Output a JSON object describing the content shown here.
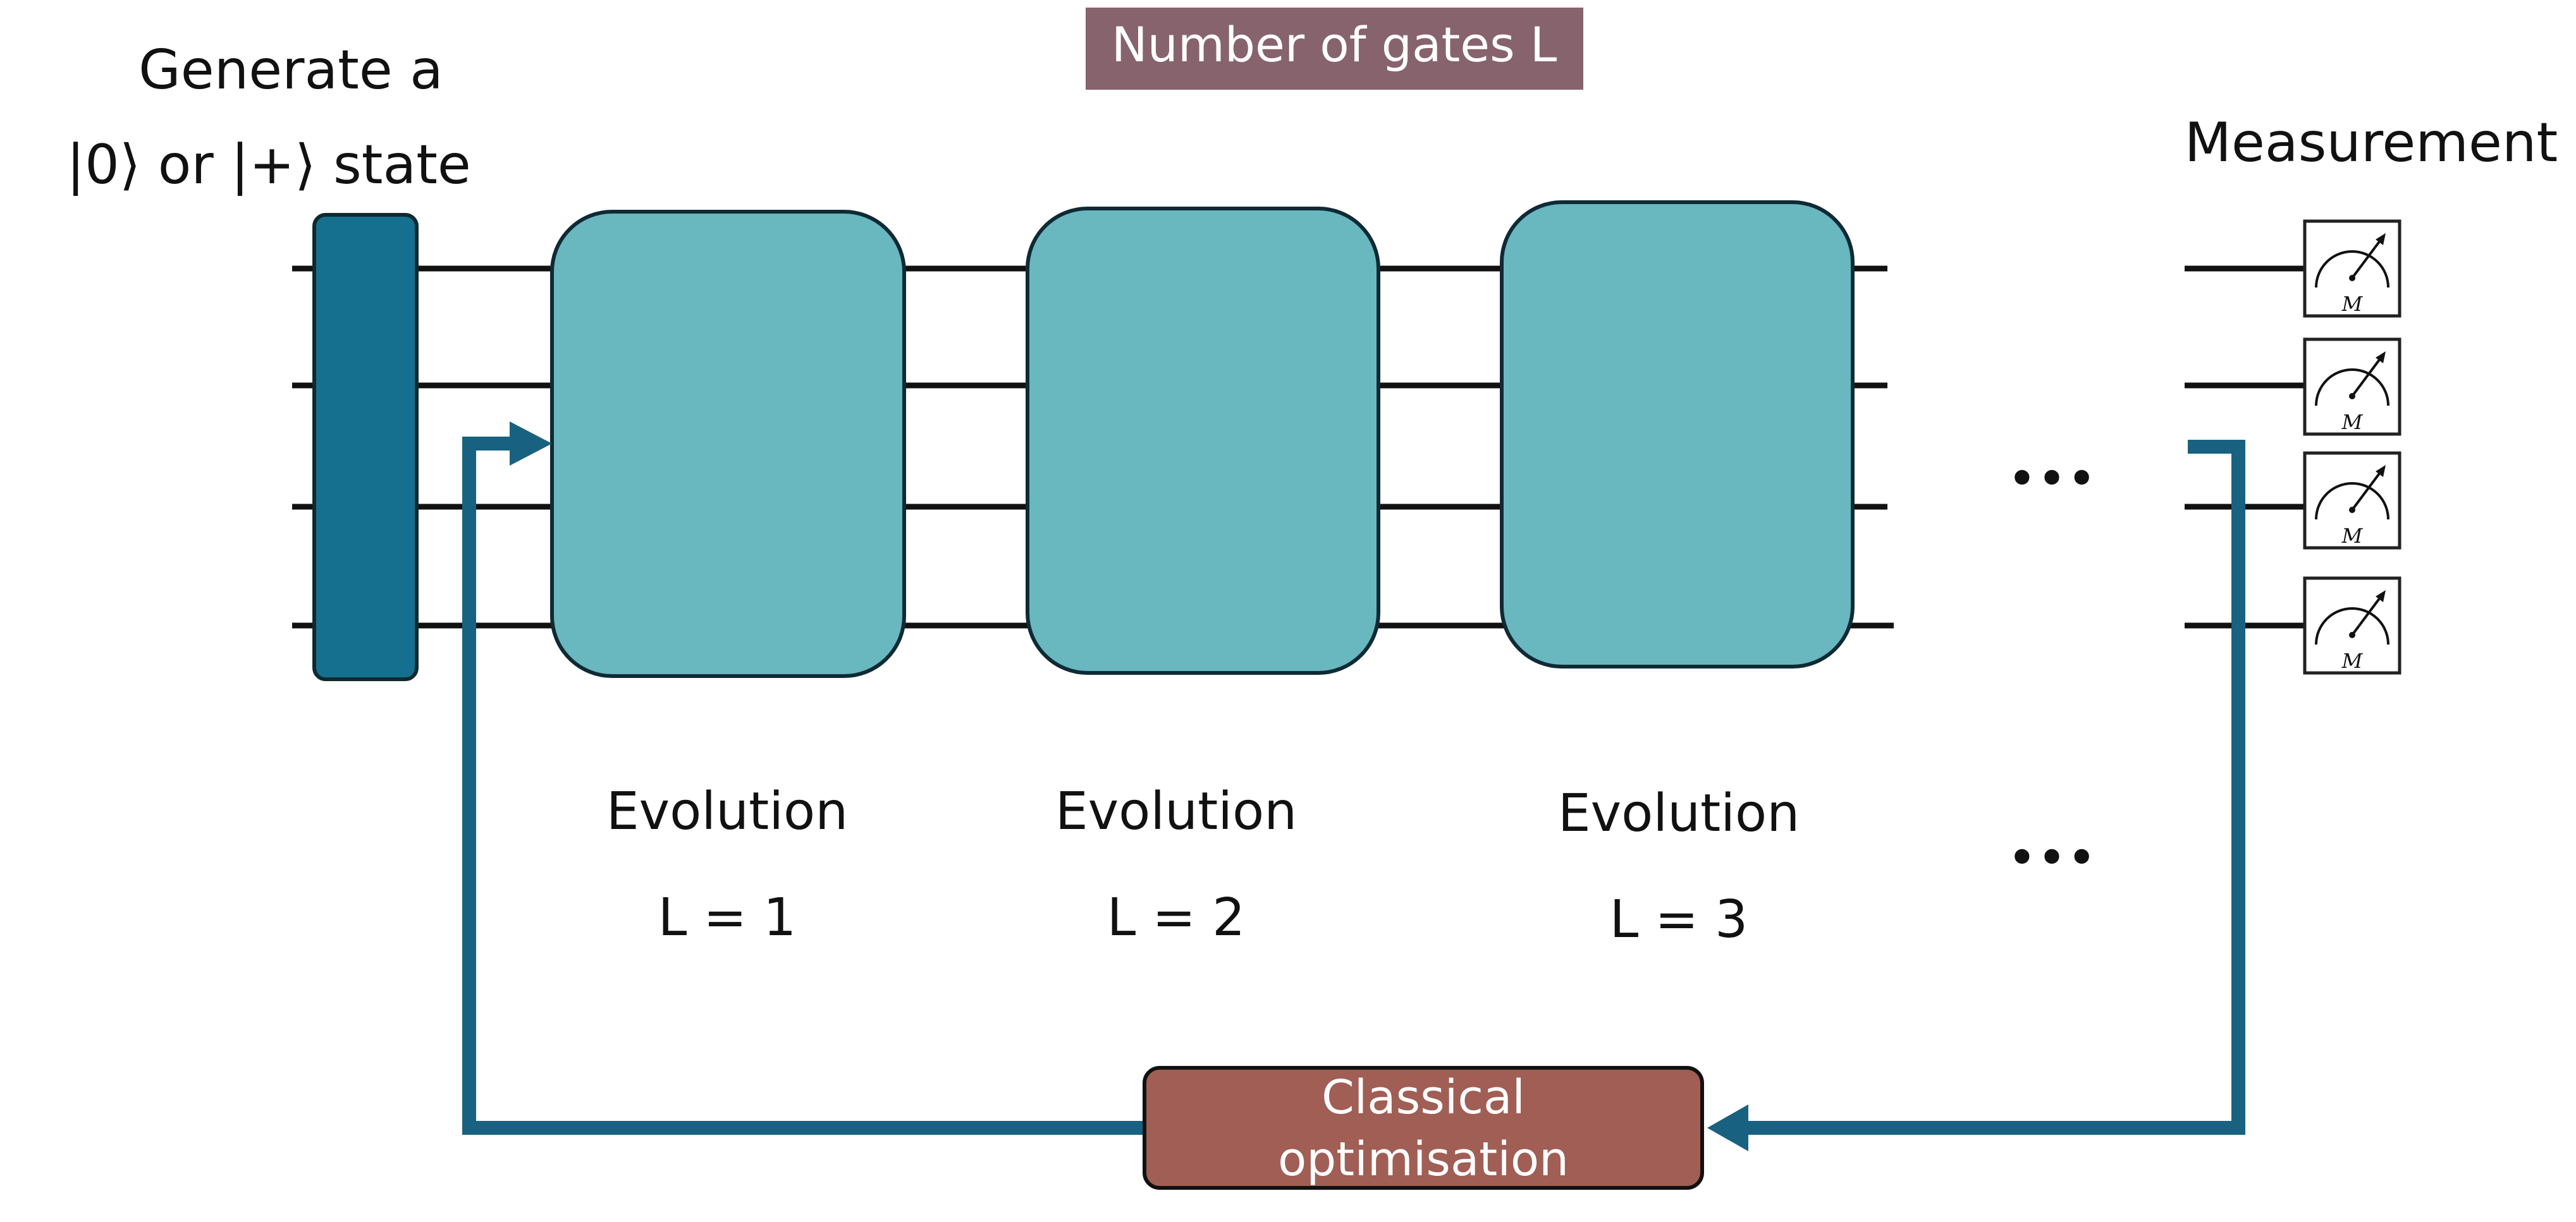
{
  "header": {
    "gate_count_label": "Number of gates L"
  },
  "state_prep": {
    "line1": "Generate a",
    "line2": "|0⟩ or |+⟩ state"
  },
  "measurement": {
    "label": "Measurement",
    "meter_symbol": "M",
    "meter_count": 4
  },
  "evolutions": [
    {
      "title": "Evolution",
      "layer": "L = 1"
    },
    {
      "title": "Evolution",
      "layer": "L = 2"
    },
    {
      "title": "Evolution",
      "layer": "L = 3"
    }
  ],
  "continuation": {
    "top": "•••",
    "bottom": "•••"
  },
  "optimiser": {
    "line1": "Classical",
    "line2": "optimisation"
  },
  "colors": {
    "state_prep_fill": "#15708F",
    "evolution_fill": "#69B7BF",
    "header_fill": "#87636E",
    "optimiser_fill": "#A05E55",
    "feedback_arrow": "#196180",
    "wire": "#111111"
  }
}
